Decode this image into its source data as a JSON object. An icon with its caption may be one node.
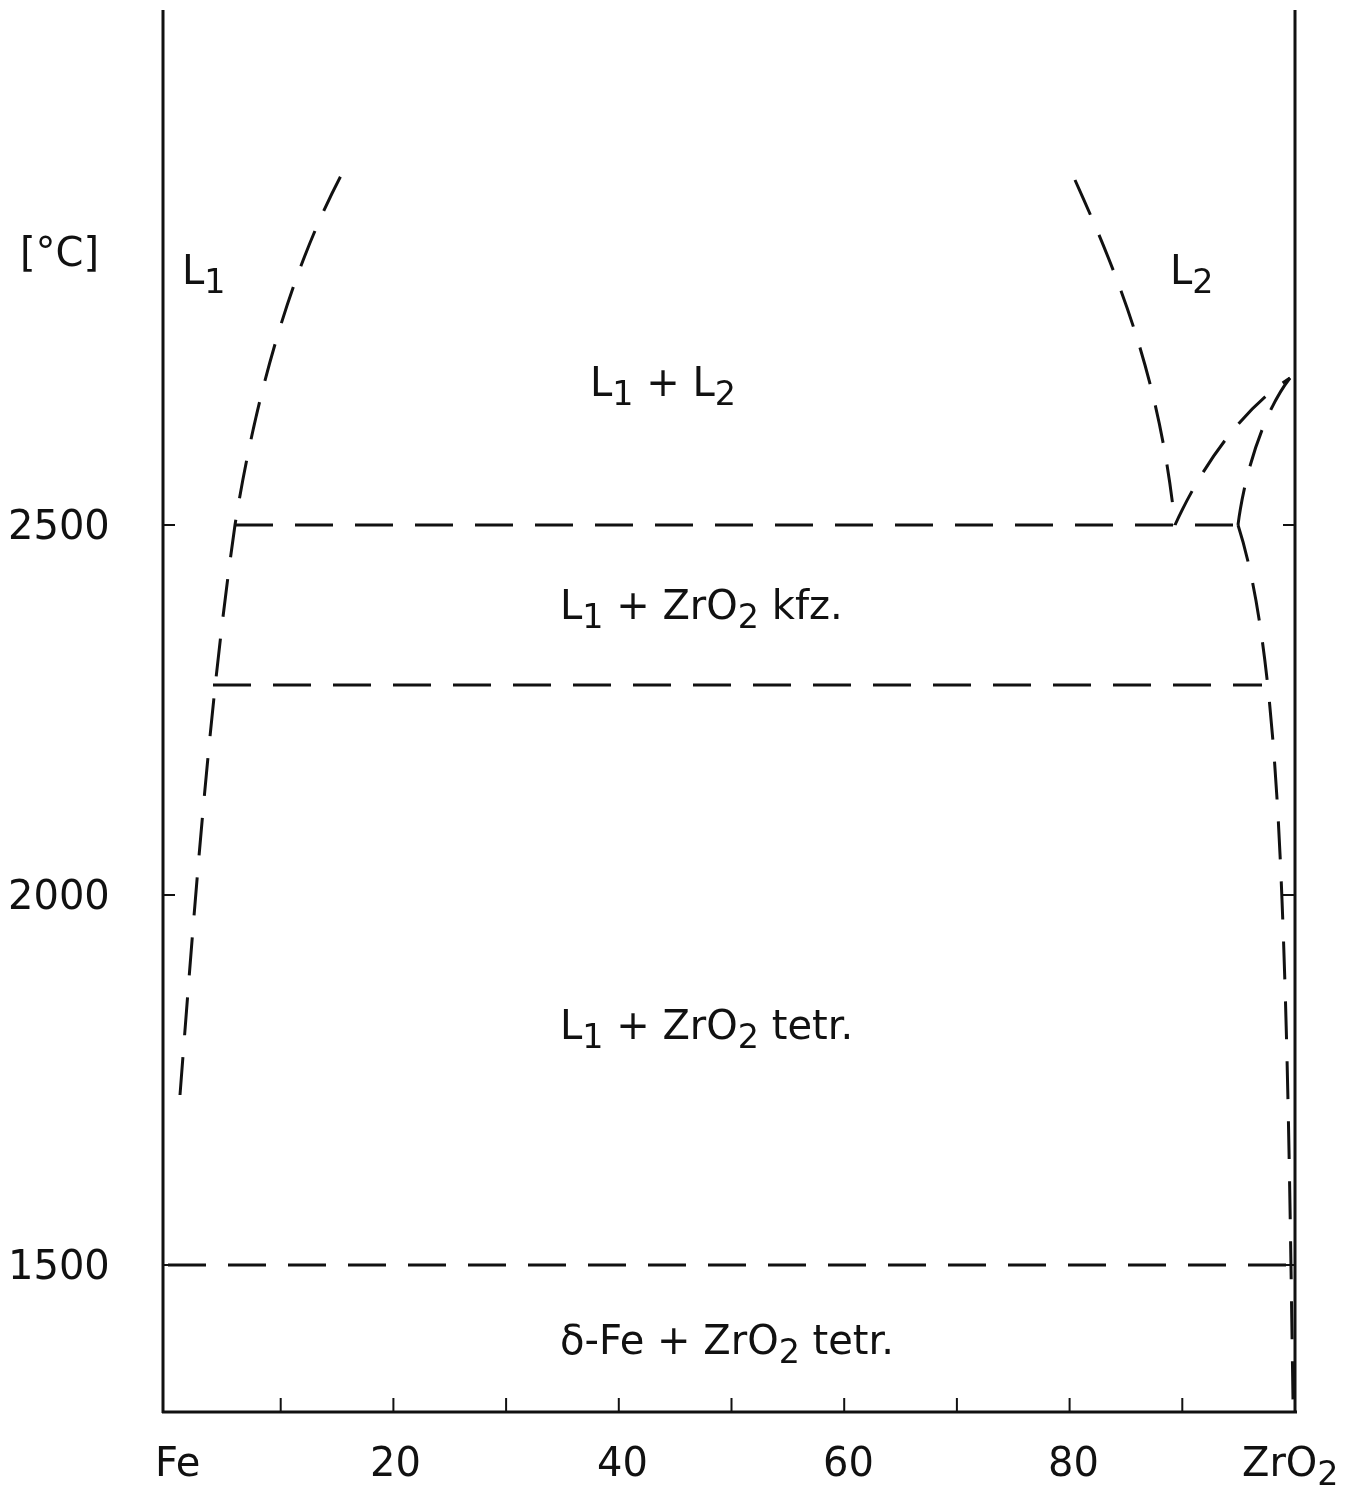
{
  "diagram": {
    "labels": [
      "[°C]",
      "L$_{1}$",
      "L$_{2}$",
      "L$_{1}$ + L$_{2}$",
      "2500",
      "L$_{1}$ + ZrO$_{2}$ kfz.",
      "2000",
      "L$_{1}$ + ZrO$_{2}$ tetr.",
      "1500",
      "δ-Fe + ZrO$_{2}$ tetr.",
      "Fe",
      "20",
      "40",
      "60",
      "80",
      "ZrO$_{2}$"
    ]
  }
}
